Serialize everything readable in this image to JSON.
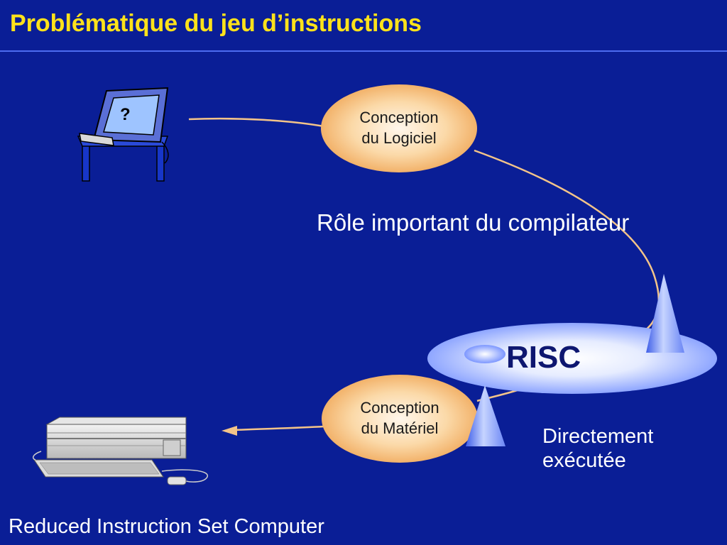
{
  "title": "Problématique du jeu d’instructions",
  "software_bubble": {
    "line1": "Conception",
    "line2": "du Logiciel"
  },
  "hardware_bubble": {
    "line1": "Conception",
    "line2": "du Matériel"
  },
  "risc_label": "RISC",
  "compiler_note": "Rôle important du compilateur",
  "direct_note": {
    "line1": "Directement",
    "line2": "exécutée"
  },
  "footer": "Reduced Instruction Set Computer",
  "terminal_symbol": "?",
  "colors": {
    "background": "#0a1e96",
    "title": "#ffe21a",
    "bubble_fill": "#f7c27e",
    "connector": "#f3c489",
    "disc": "#8fa8ff",
    "text": "#ffffff"
  },
  "icons": [
    "terminal-icon",
    "computer-icon",
    "risc-disc-icon",
    "cone-icon"
  ]
}
